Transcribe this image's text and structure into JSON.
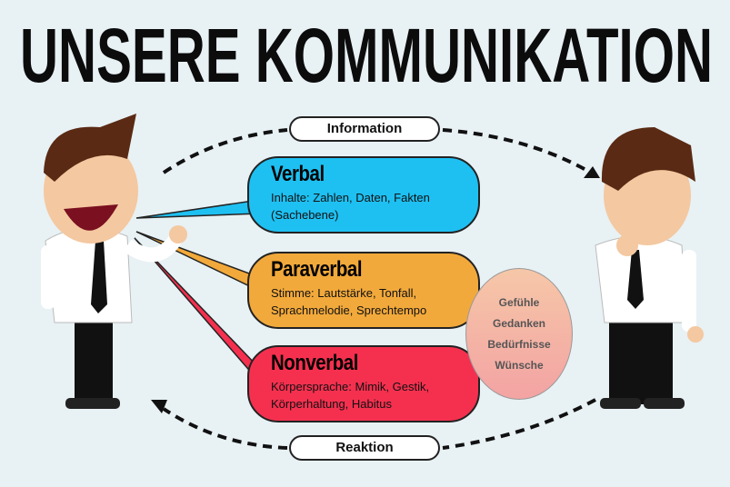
{
  "title": "UNSERE KOMMUNIKATION",
  "top_label": "Information",
  "bottom_label": "Reaktion",
  "bubbles": [
    {
      "heading": "Verbal",
      "line1": "Inhalte: Zahlen, Daten, Fakten",
      "line2": "(Sachebene)",
      "color": "#1ec0f2"
    },
    {
      "heading": "Paraverbal",
      "line1": "Stimme: Lautstärke, Tonfall,",
      "line2": "Sprachmelodie, Sprechtempo",
      "color": "#f2a93b"
    },
    {
      "heading": "Nonverbal",
      "line1": "Körpersprache: Mimik, Gestik,",
      "line2": "Körperhaltung, Habitus",
      "color": "#f5304f"
    }
  ],
  "inner": [
    "Gefühle",
    "Gedanken",
    "Bedürfnisse",
    "Wünsche"
  ]
}
